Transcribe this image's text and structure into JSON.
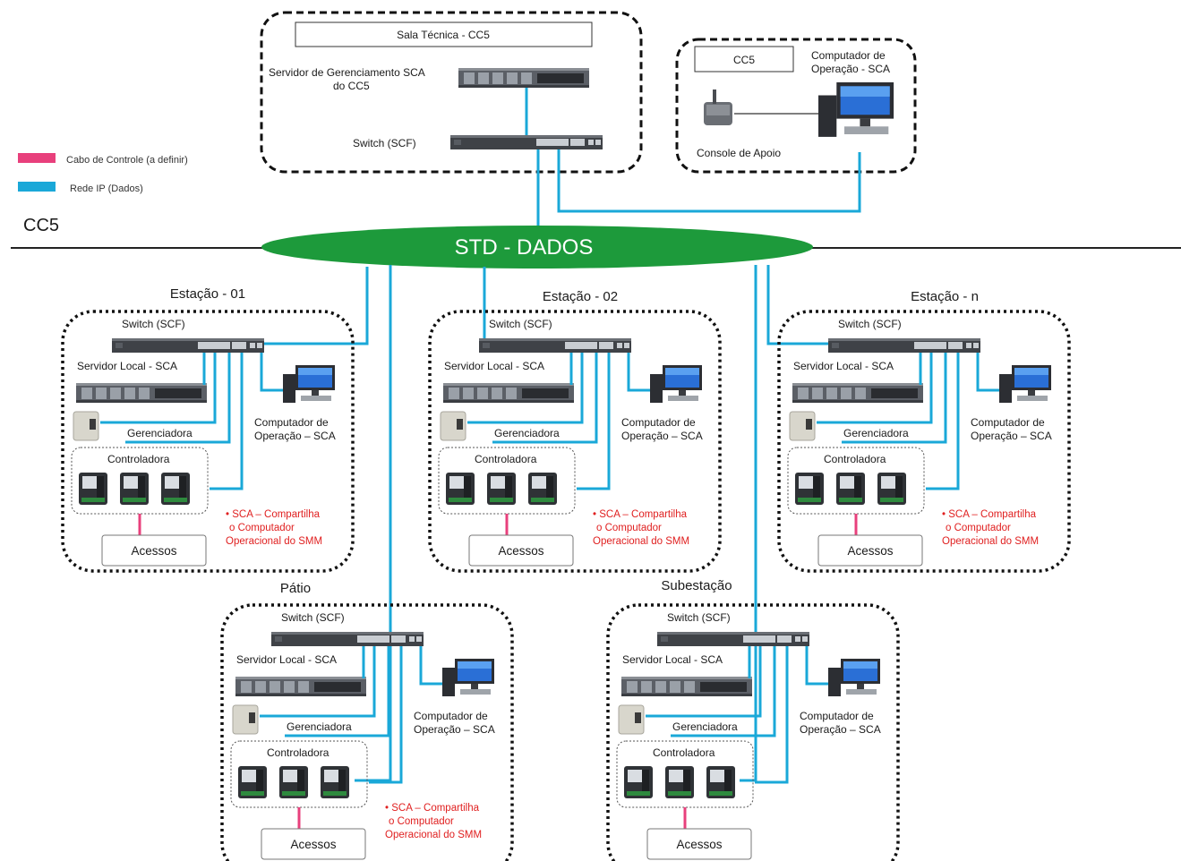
{
  "colors": {
    "ip_cable": "#1aa8d8",
    "control_cable": "#e8407c",
    "std_ellipse": "#1d9a3b",
    "box_border": "#111111"
  },
  "legend": {
    "control_cable": "Cabo de Controle  (a definir)",
    "ip_network": "Rede IP (Dados)"
  },
  "cc5_zone_label": "CC5",
  "std_label": "STD - DADOS",
  "technical_room": {
    "title": "Sala Técnica - CC5",
    "server_label_1": "Servidor de Gerenciamento  SCA",
    "server_label_2": "do CC5",
    "switch_label": "Switch    (SCF)"
  },
  "operation_room": {
    "title": "CC5",
    "computer_label_1": "Computador de",
    "computer_label_2": "Operação  - SCA",
    "console_label": "Console de Apoio"
  },
  "stations": [
    {
      "name": "Estação - 01",
      "switch_label": "Switch    (SCF)",
      "server_label": "Servidor Local - SCA",
      "manager_label": "Gerenciadora",
      "computer_label_1": "Computador de",
      "computer_label_2": "Operação  – SCA",
      "controller_label": "Controladora",
      "access_label": "Acessos",
      "note_1": "•   SCA – Compartilha",
      "note_2": "o Computador",
      "note_3": "Operacional do SMM"
    },
    {
      "name": "Estação - 02",
      "switch_label": "Switch    (SCF)",
      "server_label": "Servidor Local - SCA",
      "manager_label": "Gerenciadora",
      "computer_label_1": "Computador de",
      "computer_label_2": "Operação  – SCA",
      "controller_label": "Controladora",
      "access_label": "Acessos",
      "note_1": "•   SCA – Compartilha",
      "note_2": "o Computador",
      "note_3": "Operacional do SMM"
    },
    {
      "name": "Estação - n",
      "switch_label": "Switch    (SCF)",
      "server_label": "Servidor Local - SCA",
      "manager_label": "Gerenciadora",
      "computer_label_1": "Computador de",
      "computer_label_2": "Operação  – SCA",
      "controller_label": "Controladora",
      "access_label": "Acessos",
      "note_1": "•   SCA – Compartilha",
      "note_2": "o Computador",
      "note_3": "Operacional do SMM"
    },
    {
      "name": "Pátio",
      "switch_label": "Switch    (SCF)",
      "server_label": "Servidor Local - SCA",
      "manager_label": "Gerenciadora",
      "computer_label_1": "Computador de",
      "computer_label_2": "Operação  – SCA",
      "controller_label": "Controladora",
      "access_label": "Acessos",
      "note_1": "•   SCA – Compartilha",
      "note_2": "o Computador",
      "note_3": "Operacional do SMM"
    },
    {
      "name": "Subestação",
      "switch_label": "Switch    (SCF)",
      "server_label": "Servidor Local - SCA",
      "manager_label": "Gerenciadora",
      "computer_label_1": "Computador de",
      "computer_label_2": "Operação  – SCA",
      "controller_label": "Controladora",
      "access_label": "Acessos"
    }
  ]
}
